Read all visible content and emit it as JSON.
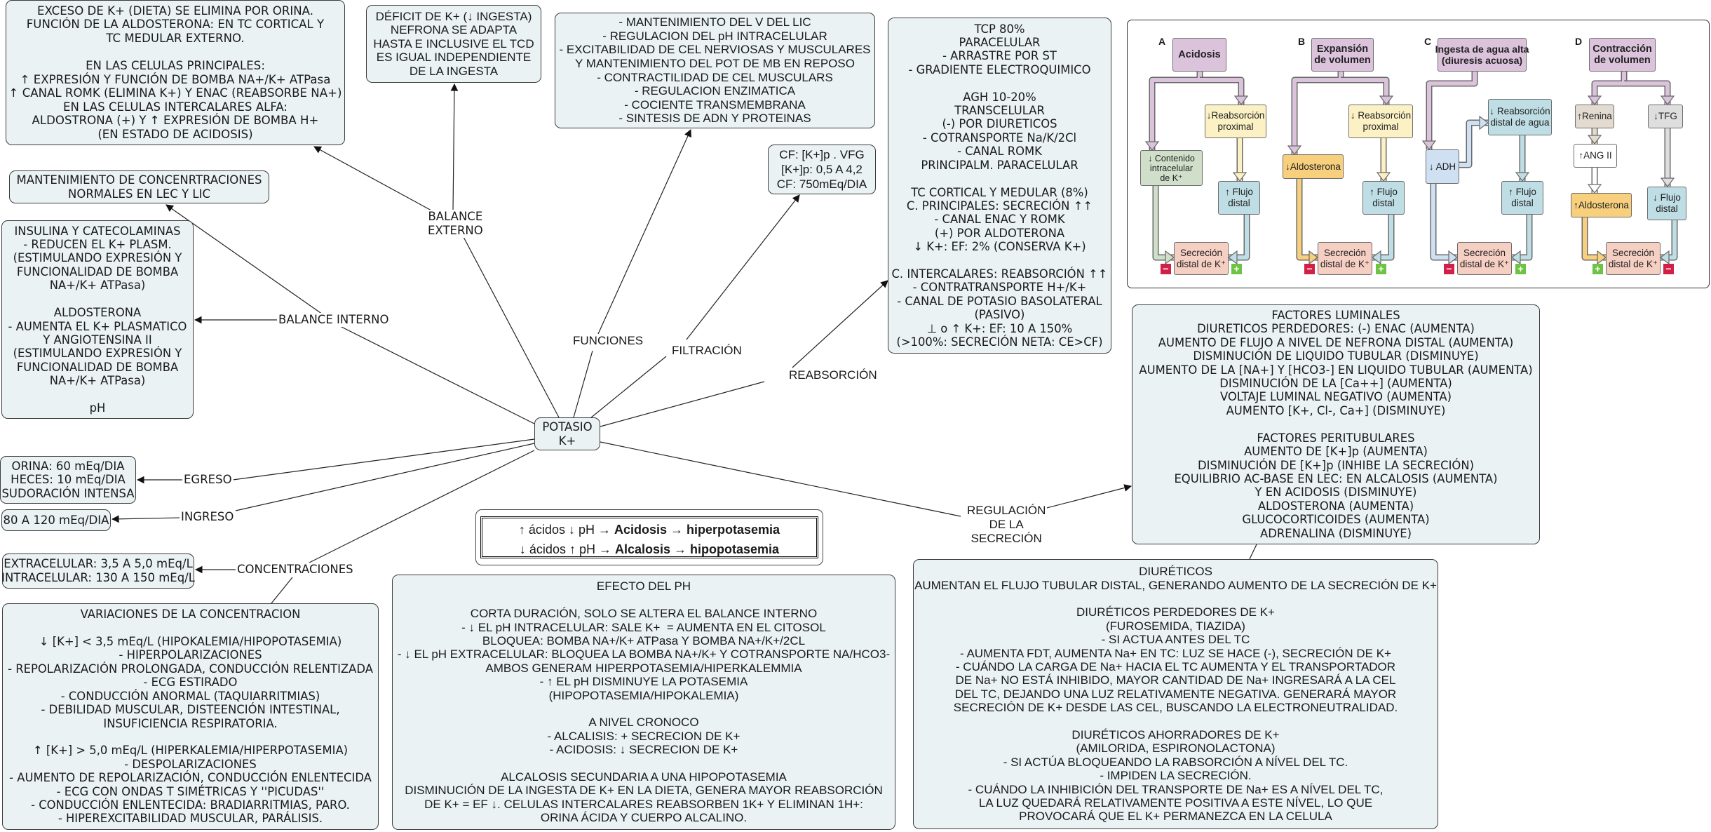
{
  "center": {
    "title": "POTASIO\nK+"
  },
  "links": {
    "balance_externo": "BALANCE\nEXTERNO",
    "balance_interno": "BALANCE INTERNO",
    "funciones": "FUNCIONES",
    "filtracion": "FILTRACIÓN",
    "reabsorcion": "REABSORCIÓN",
    "egreso": "EGRESO",
    "ingreso": "INGRESO",
    "concentraciones": "CONCENTRACIONES",
    "regulacion": "REGULACIÓN\nDE LA\nSECRECIÓN"
  },
  "nodes": {
    "exceso": "EXCESO DE K+ (DIETA) SE ELIMINA POR ORINA.\nFUNCIÓN DE LA ALDOSTERONA: EN TC CORTICAL Y\nTC MEDULAR EXTERNO.\n\nEN LAS CELULAS PRINCIPALES:\n↑ EXPRESIÓN Y FUNCIÓN DE BOMBA NA+/K+ ATPasa\n↑ CANAL ROMK (ELIMINA K+) Y ENAC (REABSORBE NA+)\nEN LAS CELULAS INTERCALARES ALFA:\nALDOSTRONA (+) Y ↑ EXPRESIÓN DE BOMBA H+\n(EN ESTADO DE ACIDOSIS)",
    "deficit": "DÉFICIT DE K+ (↓ INGESTA)\nNEFRONA SE ADAPTA\nHASTA E INCLUSIVE EL TCD\nES IGUAL INDEPENDIENTE\nDE LA INGESTA",
    "funciones": "- MANTENIMIENTO DEL V DEL LIC\n- REGULACION DEL pH INTRACELULAR\n- EXCITABILIDAD DE CEL NERVIOSAS Y MUSCULARES\nY MANTENIMIENTO DEL POT DE MB EN REPOSO\n- CONTRACTILIDAD DE CEL MUSCULARS\n- REGULACION ENZIMATICA\n- COCIENTE TRANSMEMBRANA\n- SINTESIS DE ADN Y PROTEINAS",
    "filtracion": "CF: [K+]p . VFG\n[K+]p: 0,5 A 4,2\nCF: 750mEq/DIA",
    "reabsorcion": "TCP 80%\nPARACELULAR\n- ARRASTRE POR ST\n- GRADIENTE ELECTROQUIMICO\n\nAGH 10-20%\nTRANSCELULAR\n(-) POR DIURETICOS\n- COTRANSPORTE Na/K/2Cl\n- CANAL ROMK\nPRINCIPALM. PARACELULAR\n\nTC CORTICAL Y MEDULAR (8%)\nC. PRINCIPALES: SECRECIÓN ↑↑\n- CANAL ENAC Y ROMK\n(+) POR ALDOTERONA\n↓ K+: EF: 2% (CONSERVA K+)\n\nC. INTERCALARES: REABSORCIÓN ↑↑\n- CONTRATRANSPORTE H+/K+\n- CANAL DE POTASIO BASOLATERAL\n(PASIVO)\n⊥ o ↑ K+: EF: 10 A 150%\n(>100%: SECRECIÓN NETA: CE>CF)",
    "mantenimiento": "MANTENIMIENTO DE CONCENRTRACIONES\nNORMALES EN LEC Y LIC",
    "balance_interno": "INSULINA Y CATECOLAMINAS\n- REDUCEN EL K+ PLASM.\n(ESTIMULANDO EXPRESIÓN Y\nFUNCIONALIDAD DE BOMBA\nNA+/K+ ATPasa)\n\nALDOSTERONA\n- AUMENTA EL K+ PLASMATICO\nY ANGIOTENSINA II\n(ESTIMULANDO EXPRESIÓN Y\nFUNCIONALIDAD DE BOMBA\nNA+/K+ ATPasa)\n\npH",
    "egreso": "ORINA: 60 mEq/DIA\nHECES: 10 mEq/DIA\nSUDORACIÓN INTENSA",
    "ingreso": "80 A 120 mEq/DIA",
    "concentraciones": "EXTRACELULAR: 3,5 A 5,0 mEq/L\nINTRACELULAR: 130 A 150 mEq/L",
    "variaciones": "VARIACIONES DE LA CONCENTRACION\n\n↓ [K+] < 3,5 mEq/L (HIPOKALEMIA/HIPOPOTASEMIA)\n- HIPERPOLARIZACIONES\n- REPOLARIZACIÓN PROLONGADA, CONDUCCIÓN RELENTIZADA\n- ECG ESTIRADO\n- CONDUCCIÓN ANORMAL (TAQUIARRITMIAS)\n- DEBILIDAD MUSCULAR, DISTEENCIÓN INTESTINAL,\nINSUFICIENCIA RESPIRATORIA.\n\n↑ [K+] > 5,0 mEq/L (HIPERKALEMIA/HIPERPOTASEMIA)\n- DESPOLARIZACIONES\n- AUMENTO DE REPOLARIZACIÓN, CONDUCCIÓN ENLENTECIDA\n- ECG CON ONDAS T SIMÉTRICAS Y ''PICUDAS''\n- CONDUCCIÓN ENLENTECIDA: BRADIARRITMIAS, PARO.\n- HIPEREXCITABILIDAD MUSCULAR, PARÁLISIS.",
    "efecto_ph": "EFECTO DEL PH\n\nCORTA DURACIÓN, SOLO SE ALTERA EL BALANCE INTERNO\n- ↓ EL pH INTRACELULAR: SALE K+  = AUMENTA EN EL CITOSOL\nBLOQUEA: BOMBA NA+/K+ ATPasa Y BOMBA NA+/K+/2CL\n- ↓ EL pH EXTRACELULAR: BLOQUEA LA BOMBA NA+/K+ Y COTRANSPORTE NA/HCO3-\nAMBOS GENERAM HIPERPOTASEMIA/HIPERKALEMMIA\n- ↑ EL pH DISMINUYE LA POTASEMIA\n(HIPOPOTASEMIA/HIPOKALEMIA)\n\nA NIVEL CRONOCO\n- ALCALISIS: + SECRECION DE K+\n- ACIDOSIS: ↓ SECRECION DE K+\n\nALCALOSIS SECUNDARIA A UNA HIPOPOTASEMIA\nDISMINUCIÓN DE LA INGESTA DE K+ EN LA DIETA, GENERA MAYOR REABSORCIÓN\nDE K+ = EF ↓. CELULAS INTERCALARES REABSORBEN 1K+ Y ELIMINAN 1H+:\nORINA ÁCIDA Y CUERPO ALCALINO.",
    "regulacion": "FACTORES LUMINALES\nDIURETICOS PERDEDORES: (-) ENAC (AUMENTA)\nAUMENTO DE FLUJO A NIVEL DE NEFRONA DISTAL (AUMENTA)\nDISMINUCIÓN DE LIQUIDO TUBULAR (DISMINUYE)\nAUMENTO DE LA [NA+] Y [HCO3-] EN LIQUIDO TUBULAR (AUMENTA)\nDISMINUCIÓN DE LA [Ca++] (AUMENTA)\nVOLTAJE LUMINAL NEGATIVO (AUMENTA)\nAUMENTO [K+, Cl-, Ca+] (DISMINUYE)\n\nFACTORES PERITUBULARES\nAUMENTO DE [K+]p (AUMENTA)\nDISMINUCIÓN DE [K+]p (INHIBE LA SECRECIÓN)\nEQUILIBRIO AC-BASE EN LEC: EN ALCALOSIS (AUMENTA)\nY EN ACIDOSIS (DISMINUYE)\nALDOSTERONA (AUMENTA)\nGLUCOCORTICOIDES (AUMENTA)\nADRENALINA (DISMINUYE)",
    "diureticos": "DIURÉTICOS\nAUMENTAN EL FLUJO TUBULAR DISTAL, GENERANDO AUMENTO DE LA SECRECIÓN DE K+\n\nDIURÉTICOS PERDEDORES DE K+\n(FUROSEMIDA, TIAZIDA)\n- SI ACTUA ANTES DEL TC\n- AUMENTA FDT, AUMENTA Na+ EN TC: LUZ SE HACE (-), SECRECIÓN DE K+\n- CUÁNDO LA CARGA DE Na+ HACIA EL TC AUMENTA Y EL TRANSPORTADOR\nDE Na+ NO ESTÁ INHIBIDO, MAYOR CANTIDAD DE Na+ INGRESARÁ A LA CEL\nDEL TC, DEJANDO UNA LUZ RELATIVAMENTE NEGATIVA. GENERARÁ MAYOR\nSECRECIÓN DE K+ DESDE LAS CEL, BUSCANDO LA ELECTRONEUTRALIDAD.\n\nDIURÉTICOS AHORRADORES DE K+\n(AMILORIDA, ESPIRONOLACTONA)\n- SI ACTÚA BLOQUEANDO LA RABSORCIÓN A NÍVEL DEL TC.\n- IMPIDEN LA SECRECIÓN.\n- CUÁNDO LA INHIBICIÓN DEL TRANSPORTE DE Na+ ES A NÍVEL DEL TC,\nLA LUZ QUEDARÁ RELATIVAMENTE POSITIVA A ESTE NÍVEL, LO QUE\nPROVOCARÁ QUE EL K+ PERMANEZCA EN LA CELULA"
  },
  "acid_base": {
    "line1_prefix": "↑ ácidos ↓ pH → ",
    "line1_state": "Acidosis",
    "line1_arrow": " → ",
    "line1_result": "hiperpotasemia",
    "line2_prefix": "↓ ácidos ↑ pH → ",
    "line2_state": "Alcalosis",
    "line2_arrow": " → ",
    "line2_result": "hipopotasemia"
  },
  "figure": {
    "colors": {
      "purple": "#dcc3dc",
      "yellow": "#fbf1c4",
      "green": "#cfdfca",
      "blue": "#bfdde4",
      "salmon": "#f6cfc3",
      "orange": "#f7cf7d",
      "lightblue": "#cfe0f2",
      "tan": "#e3dbcf",
      "grey": "#dedede",
      "minus": "#d21f48",
      "plus": "#6ec244"
    },
    "panels": [
      {
        "letter": "A",
        "trigger": "Acidosis",
        "boxes": [
          "↓ Contenido\nintracelular\nde K⁺",
          "↓Reabsorción\nproximal",
          "↑ Flujo\ndistal"
        ],
        "result": "Secreción\ndistal de K⁺",
        "left_sign": "−",
        "right_sign": "+"
      },
      {
        "letter": "B",
        "trigger": "Expansión\nde volumen",
        "boxes": [
          "↓Aldosterona",
          "↓ Reabsorción\nproximal",
          "↑ Flujo\ndistal"
        ],
        "result": "Secreción\ndistal de K⁺",
        "left_sign": "−",
        "right_sign": "+"
      },
      {
        "letter": "C",
        "trigger": "Ingesta de agua alta\n(diuresis acuosa)",
        "boxes": [
          "↓ ADH",
          "↓ Reabsorción\ndistal de agua",
          "↑ Flujo\ndistal"
        ],
        "result": "Secreción\ndistal de K⁺",
        "left_sign": "−",
        "right_sign": "+"
      },
      {
        "letter": "D",
        "trigger": "Contracción\nde volumen",
        "boxes": [
          "↑Renina",
          "↑ANG II",
          "↑Aldosterona",
          "↓TFG",
          "↓ Flujo\ndistal"
        ],
        "result": "Secreción\ndistal de K⁺",
        "left_sign": "+",
        "right_sign": "−"
      }
    ]
  }
}
